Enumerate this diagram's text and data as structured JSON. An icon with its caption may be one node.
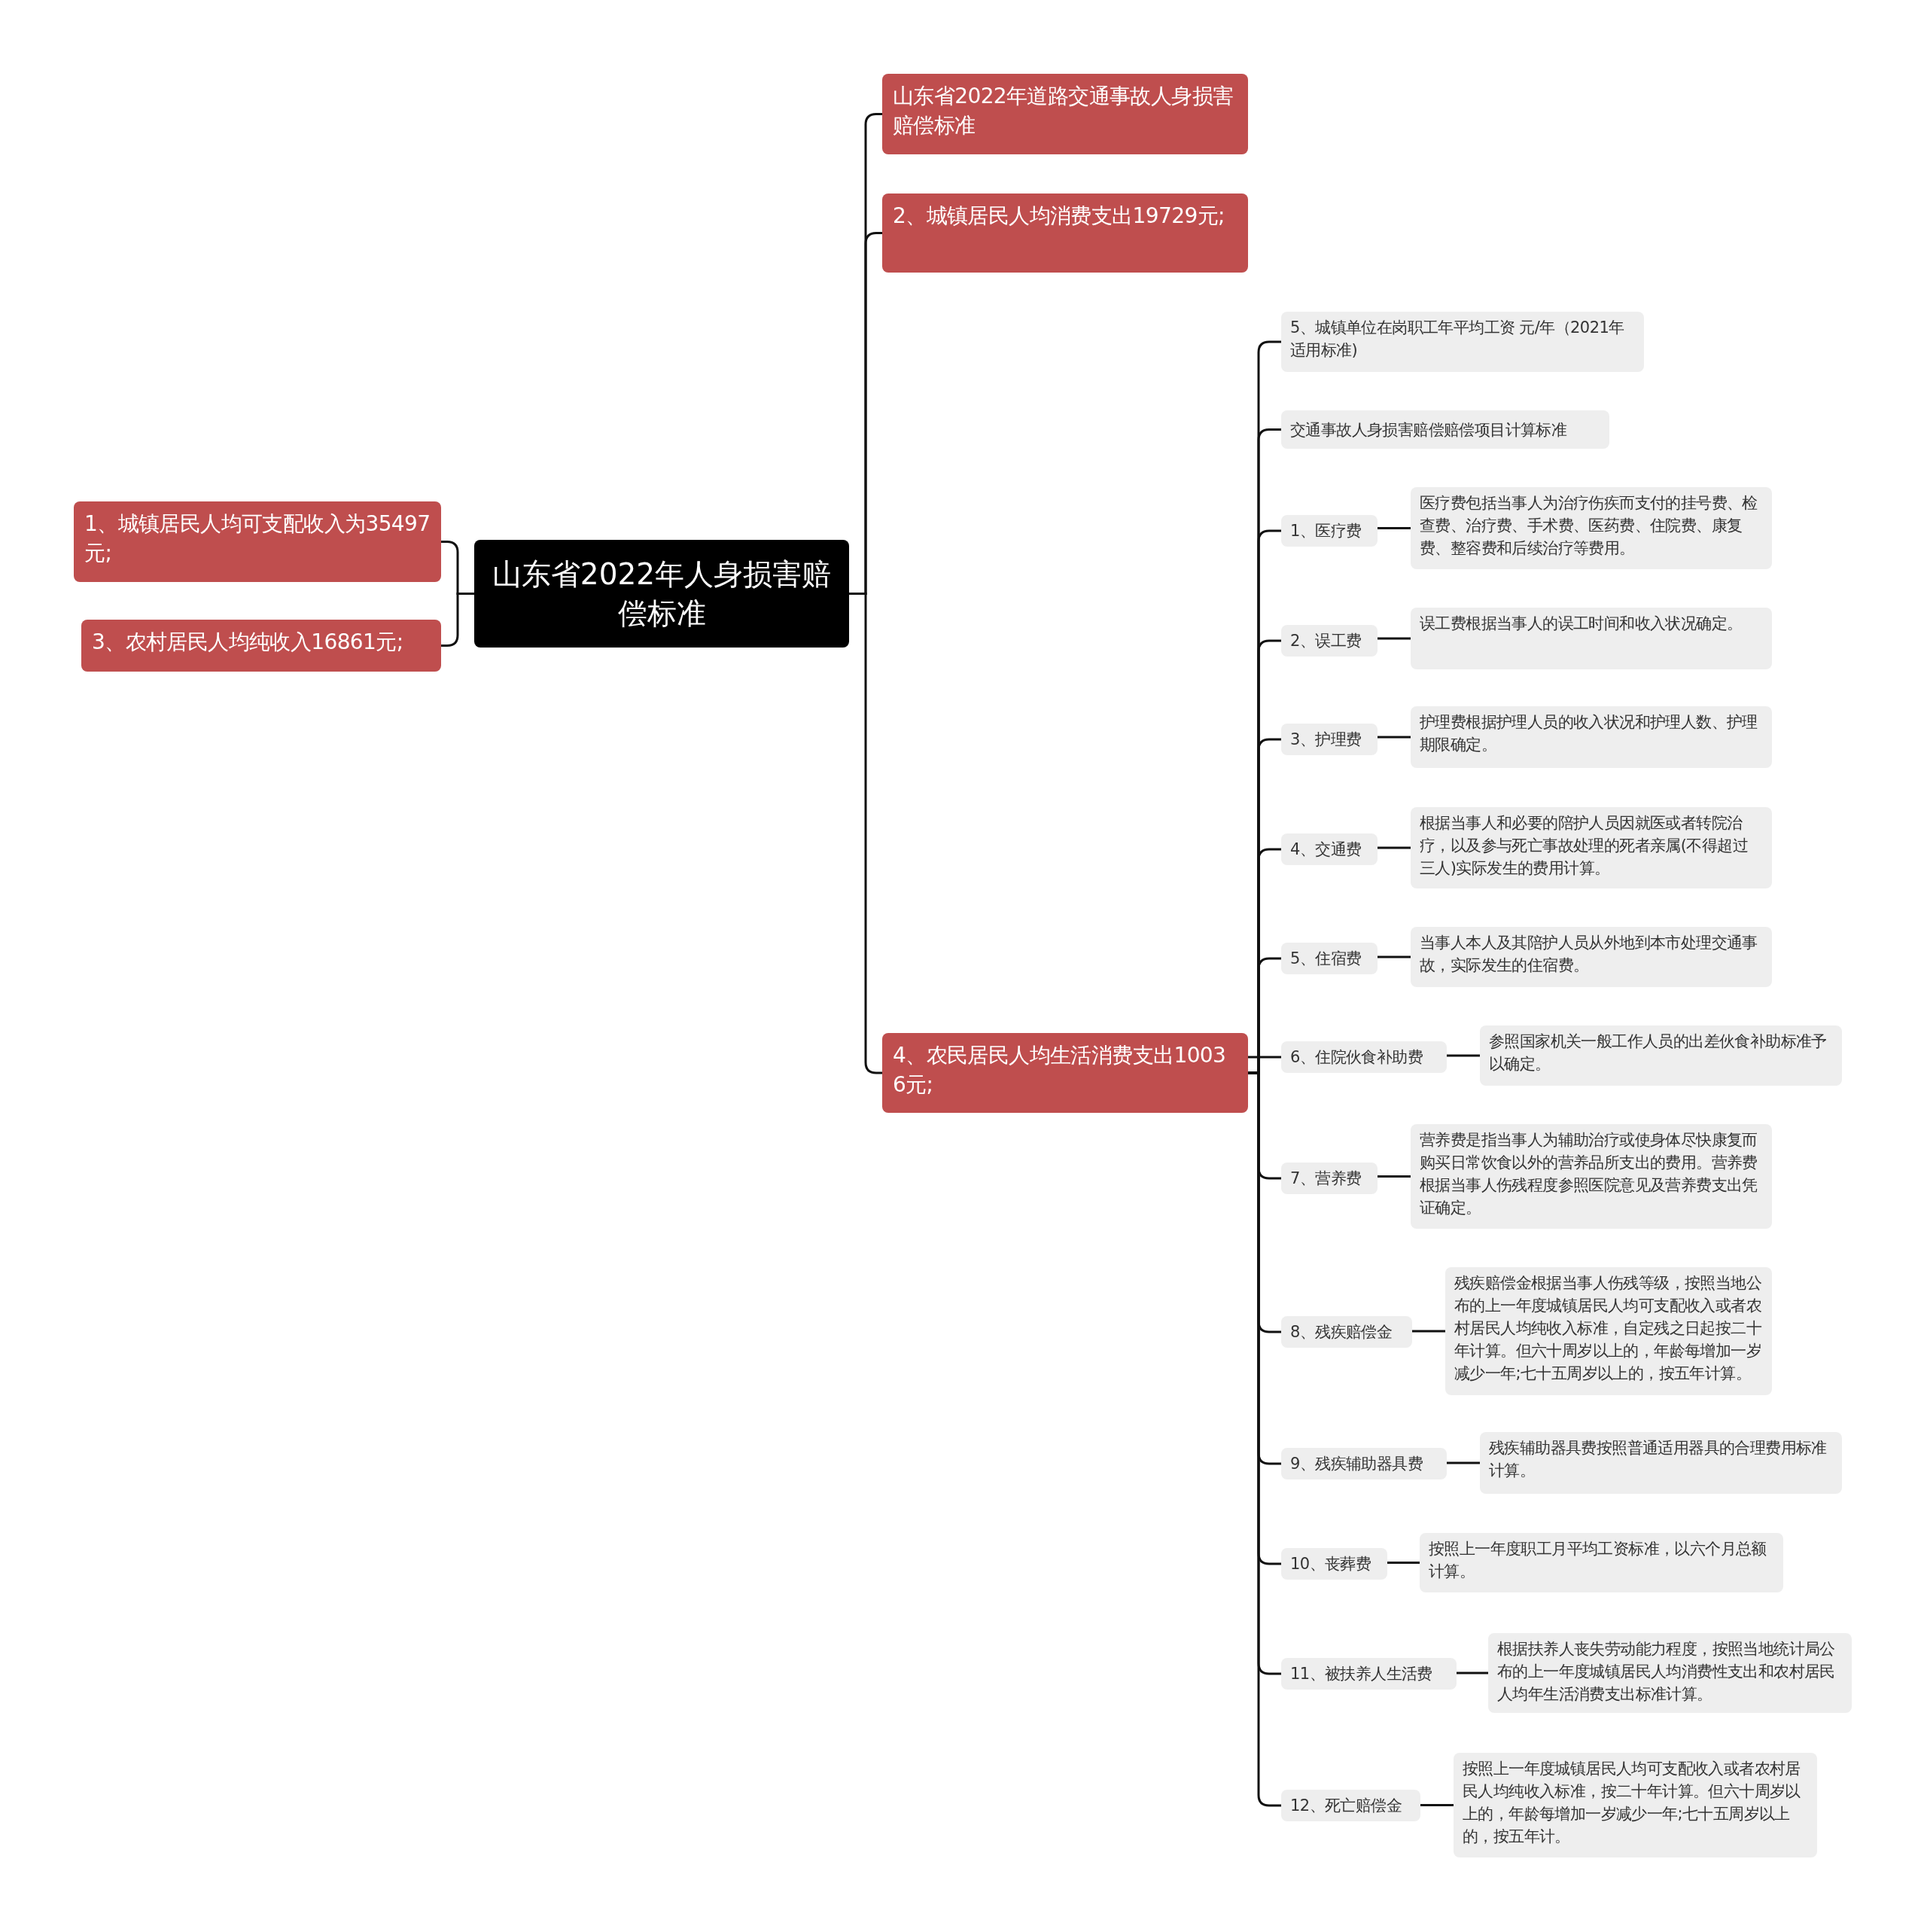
{
  "diagram": {
    "nodes": [
      {
        "text": [
          "山东省2022年人身损害赔偿标准"
        ]
      },
      {
        "text": [
          "1、城镇居民人均可支配收入为35497元;"
        ]
      },
      {
        "text": [
          "3、农村居民人均纯收入16861元;"
        ]
      },
      {
        "text": [
          "山东省2022年道路交通事故人身损害赔偿标准"
        ]
      },
      {
        "text": [
          "2、城镇居民人均消费支出19729元;"
        ]
      },
      {
        "text": [
          "4、农民居民人均生活消费支出10036元;"
        ]
      },
      {
        "text": [
          "5、城镇单位在岗职工年平均工资 元/年（2021年适用标准)"
        ]
      },
      {
        "text": [
          "交通事故人身损害赔偿赔偿项目计算标准"
        ]
      },
      {
        "text": [
          "1、医疗费"
        ]
      },
      {
        "text": [
          "医疗费包括当事人为治疗伤疾而支付的挂号费、检查费、治疗费、手术费、医药费、住院费、康复费、整容费和后续治疗等费用。"
        ]
      },
      {
        "text": [
          "2、误工费"
        ]
      },
      {
        "text": [
          "误工费根据当事人的误工时间和收入状况确定。"
        ]
      },
      {
        "text": [
          "3、护理费"
        ]
      },
      {
        "text": [
          "护理费根据护理人员的收入状况和护理人数、护理期限确定。"
        ]
      },
      {
        "text": [
          "4、交通费"
        ]
      },
      {
        "text": [
          "根据当事人和必要的陪护人员因就医或者转院治疗，以及参与死亡事故处理的死者亲属(不得超过三人)实际发生的费用计算。"
        ]
      },
      {
        "text": [
          "5、住宿费"
        ]
      },
      {
        "text": [
          "当事人本人及其陪护人员从外地到本市处理交通事故，实际发生的住宿费。"
        ]
      },
      {
        "text": [
          "6、住院伙食补助费"
        ]
      },
      {
        "text": [
          "参照国家机关一般工作人员的出差伙食补助标准予以确定。"
        ]
      },
      {
        "text": [
          "7、营养费"
        ]
      },
      {
        "text": [
          "营养费是指当事人为辅助治疗或使身体尽快康复而购买日常饮食以外的营养品所支出的费用。营养费根据当事人伤残程度参照医院意见及营养费支出凭证确定。"
        ]
      },
      {
        "text": [
          "8、残疾赔偿金"
        ]
      },
      {
        "text": [
          "残疾赔偿金根据当事人伤残等级，按照当地公布的上一年度城镇居民人均可支配收入或者农村居民人均纯收入标准，自定残之日起按二十年计算。但六十周岁以上的，年龄每增加一岁减少一年;七十五周岁以上的，按五年计算。"
        ]
      },
      {
        "text": [
          "9、残疾辅助器具费"
        ]
      },
      {
        "text": [
          "残疾辅助器具费按照普通适用器具的合理费用标准计算。"
        ]
      },
      {
        "text": [
          "10、丧葬费"
        ]
      },
      {
        "text": [
          "按照上一年度职工月平均工资标准，以六个月总额计算。"
        ]
      },
      {
        "text": [
          "11、被扶养人生活费"
        ]
      },
      {
        "text": [
          "根据扶养人丧失劳动能力程度，按照当地统计局公布的上一年度城镇居民人均消费性支出和农村居民人均年生活消费支出标准计算。"
        ]
      },
      {
        "text": [
          "12、死亡赔偿金"
        ]
      },
      {
        "text": [
          "按照上一年度城镇居民人均可支配收入或者农村居民人均纯收入标准，按二十年计算。但六十周岁以上的，年龄每增加一岁减少一年;七十五周岁以上的，按五年计。"
        ]
      }
    ],
    "edges": [
      {
        "from": 0,
        "to": 1,
        "arrow": "none"
      },
      {
        "from": 0,
        "to": 2,
        "arrow": "none"
      },
      {
        "from": 0,
        "to": 3,
        "arrow": "none"
      },
      {
        "from": 0,
        "to": 4,
        "arrow": "none"
      },
      {
        "from": 0,
        "to": 5,
        "arrow": "none"
      },
      {
        "from": 5,
        "to": 6,
        "arrow": "none"
      },
      {
        "from": 5,
        "to": 7,
        "arrow": "none"
      },
      {
        "from": 5,
        "to": 8,
        "arrow": "none"
      },
      {
        "from": 8,
        "to": 9,
        "arrow": "none"
      },
      {
        "from": 5,
        "to": 10,
        "arrow": "none"
      },
      {
        "from": 10,
        "to": 11,
        "arrow": "none"
      },
      {
        "from": 5,
        "to": 12,
        "arrow": "none"
      },
      {
        "from": 12,
        "to": 13,
        "arrow": "none"
      },
      {
        "from": 5,
        "to": 14,
        "arrow": "none"
      },
      {
        "from": 14,
        "to": 15,
        "arrow": "none"
      },
      {
        "from": 5,
        "to": 16,
        "arrow": "none"
      },
      {
        "from": 16,
        "to": 17,
        "arrow": "none"
      },
      {
        "from": 5,
        "to": 18,
        "arrow": "none"
      },
      {
        "from": 18,
        "to": 19,
        "arrow": "none"
      },
      {
        "from": 5,
        "to": 20,
        "arrow": "none"
      },
      {
        "from": 20,
        "to": 21,
        "arrow": "none"
      },
      {
        "from": 5,
        "to": 22,
        "arrow": "none"
      },
      {
        "from": 22,
        "to": 23,
        "arrow": "none"
      },
      {
        "from": 5,
        "to": 24,
        "arrow": "none"
      },
      {
        "from": 24,
        "to": 25,
        "arrow": "none"
      },
      {
        "from": 5,
        "to": 26,
        "arrow": "none"
      },
      {
        "from": 26,
        "to": 27,
        "arrow": "none"
      },
      {
        "from": 5,
        "to": 28,
        "arrow": "none"
      },
      {
        "from": 28,
        "to": 29,
        "arrow": "none"
      },
      {
        "from": 5,
        "to": 30,
        "arrow": "none"
      },
      {
        "from": 30,
        "to": 31,
        "arrow": "none"
      }
    ]
  }
}
